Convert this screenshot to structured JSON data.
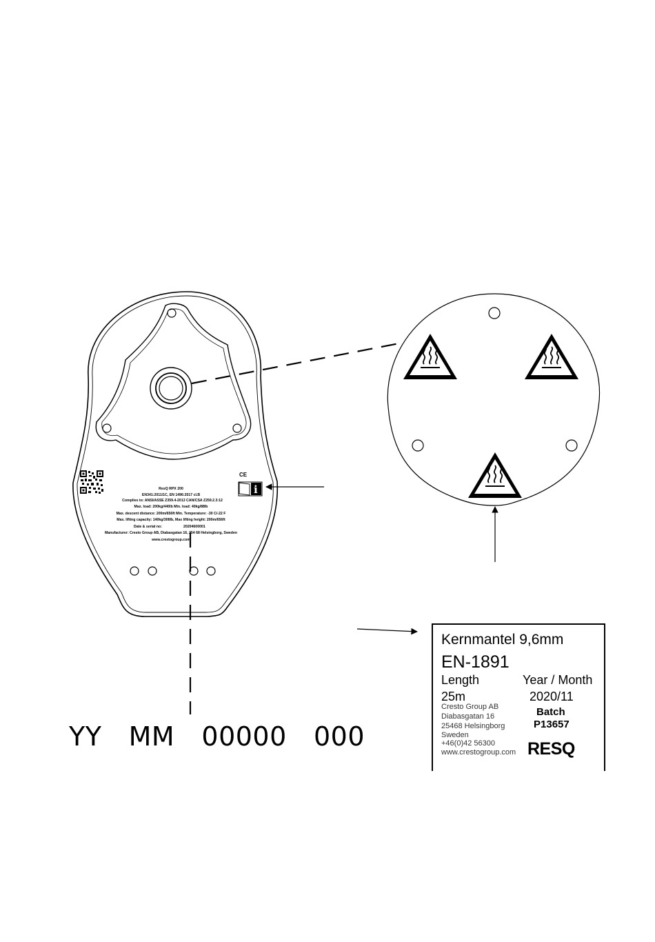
{
  "device_label": {
    "ce_mark": "CE",
    "info_icon": "info-manual-icon",
    "qr_icon": "qr-code-icon",
    "lines": [
      "ResQ RPX 200",
      "EN341:2011/1C, EN 1496:2017 cl.B",
      "Complies to: ANSI/ASSE Z359.4-2013 CAN/CSA Z259.2.3:12",
      "Max. load: 200kg/440lb Min. load: 40kg/88lb",
      "Max. descent distance: 200m/656ft Min. Temperature: -30 C/-22 F",
      "Max. lifting capacity: 140kg/308lb, Max lifting height: 200m/656ft",
      "Date & serial no:",
      "Manufacturer: Cresto Group AB, Diabasgatan 16, 254 68 Helsingborg, Sweden",
      "www.crestogroup.com"
    ],
    "serial_value": "20204600001"
  },
  "warning_plate": {
    "icon": "hot-surface-warning-icon"
  },
  "serial_format": {
    "parts": [
      "YY",
      "MM",
      "00000",
      "000"
    ]
  },
  "rope_label": {
    "title": "Kernmantel 9,6mm",
    "standard": "EN-1891",
    "length_label": "Length",
    "length_value": "25m",
    "date_label": "Year / Month",
    "date_value": "2020/11",
    "batch_label": "Batch",
    "batch_value": "P13657",
    "address": [
      "Cresto Group AB",
      "Diabasgatan 16",
      "25468 Helsingborg",
      "Sweden",
      "+46(0)42 56300",
      "www.crestogroup.com"
    ],
    "logo": "RESQ"
  }
}
